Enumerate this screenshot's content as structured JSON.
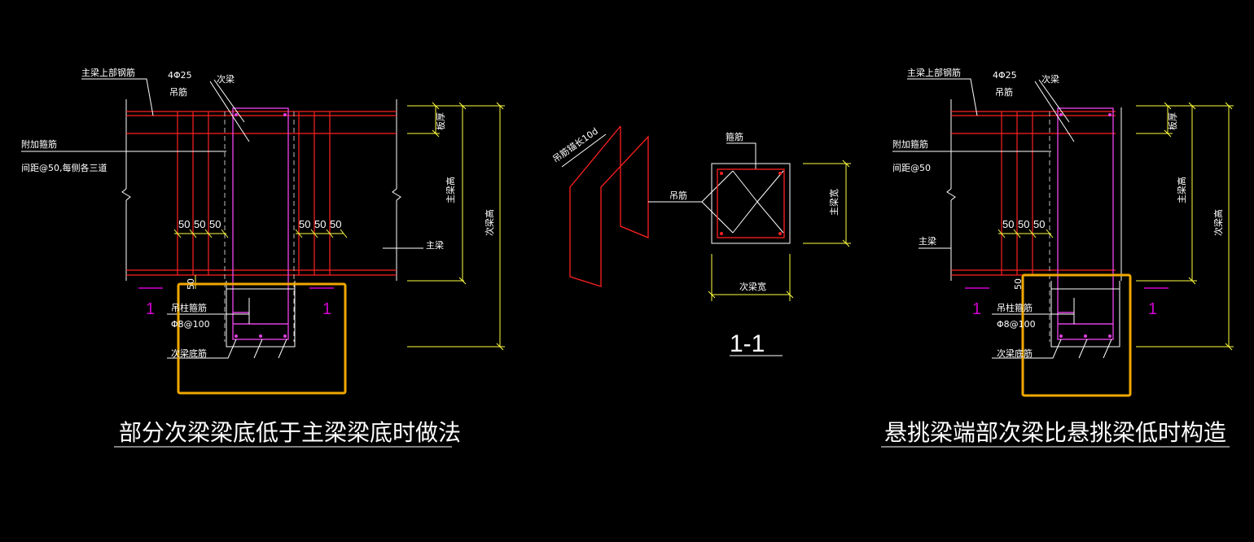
{
  "colors": {
    "background": "#000000",
    "beam_rebar": "#ff2020",
    "secondary_beam": "#e040e0",
    "leader_white": "#ffffff",
    "dimension": "#ffff40",
    "highlight_box": "#f0a800",
    "section_mark": "#d100d1",
    "dashed": "#c0c0c0"
  },
  "left_detail": {
    "title": "部分次梁梁底低于主梁梁底时做法",
    "labels": {
      "main_top_rebar": "主梁上部钢筋",
      "hanger_count": "4Φ25",
      "hanger_bar": "吊筋",
      "secondary_beam": "次梁",
      "extra_stirrup": "附加箍筋",
      "spacing": "间距@50,每侧各三道",
      "slab_thickness": "板厚",
      "main_beam_height": "主梁高",
      "secondary_beam_height": "次梁高",
      "main_beam": "主梁",
      "hanger_stirrup": "吊柱箍筋",
      "stirrup_spec": "Φ8@100",
      "secondary_bottom_rebar": "次梁底筋"
    },
    "dims_left": [
      "50",
      "50",
      "50"
    ],
    "dims_right": [
      "50",
      "50",
      "50"
    ],
    "dim_small": "50",
    "section_left": "1",
    "section_right": "1"
  },
  "center_detail": {
    "section_title": "1-1",
    "labels": {
      "anchor_length": "吊筋锚长10d",
      "stirrup": "箍筋",
      "hanger_bar": "吊筋",
      "main_beam_width": "主梁宽",
      "secondary_beam_width": "次梁宽"
    }
  },
  "right_detail": {
    "title": "悬挑梁端部次梁比悬挑梁低时构造",
    "labels": {
      "main_top_rebar": "主梁上部钢筋",
      "hanger_count": "4Φ25",
      "hanger_bar": "吊筋",
      "secondary_beam": "次梁",
      "extra_stirrup": "附加箍筋",
      "spacing": "间距@50",
      "slab_thickness": "板厚",
      "main_beam_height": "主梁高",
      "secondary_beam_height": "次梁高",
      "main_beam": "主梁",
      "hanger_stirrup": "吊柱箍筋",
      "stirrup_spec": "Φ8@100",
      "secondary_bottom_rebar": "次梁底筋"
    },
    "dims": [
      "50",
      "50",
      "50"
    ],
    "dim_small": "50",
    "section_left": "1",
    "section_right": "1"
  }
}
